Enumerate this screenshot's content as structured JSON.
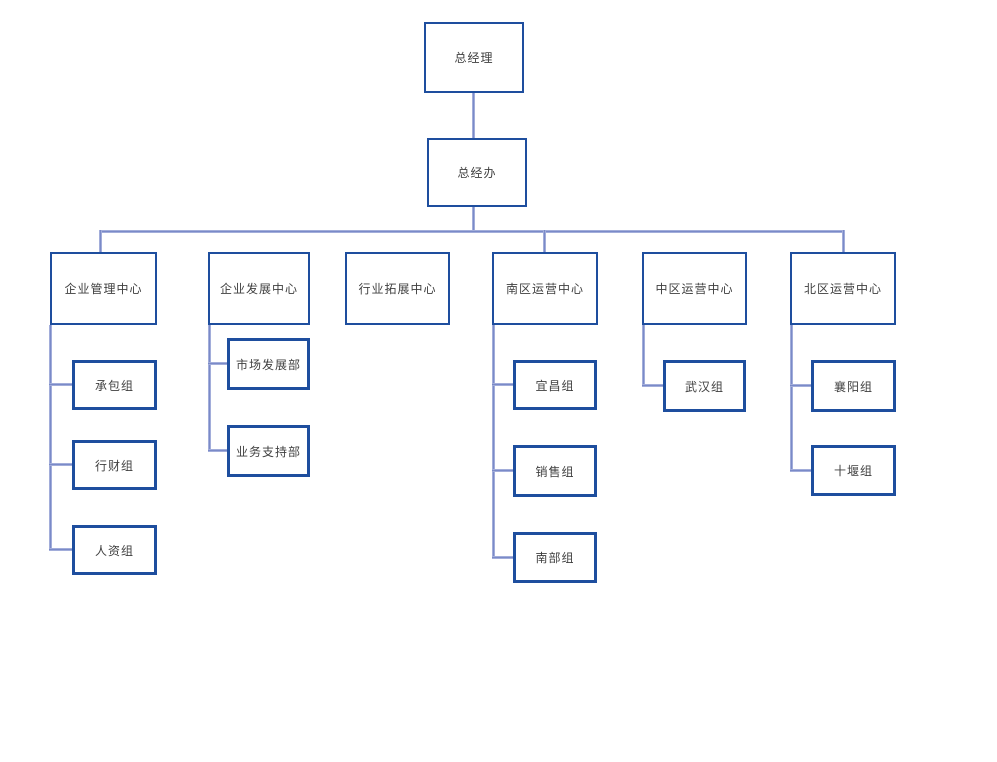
{
  "diagram": {
    "type": "org-chart",
    "background": "#ffffff"
  },
  "colors": {
    "box_border": "#1e4e9e",
    "connector": "#8a99d0",
    "text": "#3f3f3f",
    "background": "#ffffff"
  },
  "nodes": {
    "gm": {
      "label": "总经理"
    },
    "gmo": {
      "label": "总经办"
    },
    "c1": {
      "label": "企业管理中心"
    },
    "c2": {
      "label": "企业发展中心"
    },
    "c3": {
      "label": "行业拓展中心"
    },
    "c4": {
      "label": "南区运营中心"
    },
    "c5": {
      "label": "中区运营中心"
    },
    "c6": {
      "label": "北区运营中心"
    },
    "c1a": {
      "label": "承包组"
    },
    "c1b": {
      "label": "行财组"
    },
    "c1c": {
      "label": "人资组"
    },
    "c2a": {
      "label": "市场发展部"
    },
    "c2b": {
      "label": "业务支持部"
    },
    "c4a": {
      "label": "宜昌组"
    },
    "c4b": {
      "label": "销售组"
    },
    "c4c": {
      "label": "南部组"
    },
    "c5a": {
      "label": "武汉组"
    },
    "c6a": {
      "label": "襄阳组"
    },
    "c6b": {
      "label": "十堰组"
    }
  },
  "hierarchy": {
    "总经理": [
      "总经办"
    ],
    "总经办": [
      "企业管理中心",
      "企业发展中心",
      "行业拓展中心",
      "南区运营中心",
      "中区运营中心",
      "北区运营中心"
    ],
    "企业管理中心": [
      "承包组",
      "行财组",
      "人资组"
    ],
    "企业发展中心": [
      "市场发展部",
      "业务支持部"
    ],
    "行业拓展中心": [],
    "南区运营中心": [
      "宜昌组",
      "销售组",
      "南部组"
    ],
    "中区运营中心": [
      "武汉组"
    ],
    "北区运营中心": [
      "襄阳组",
      "十堰组"
    ]
  }
}
